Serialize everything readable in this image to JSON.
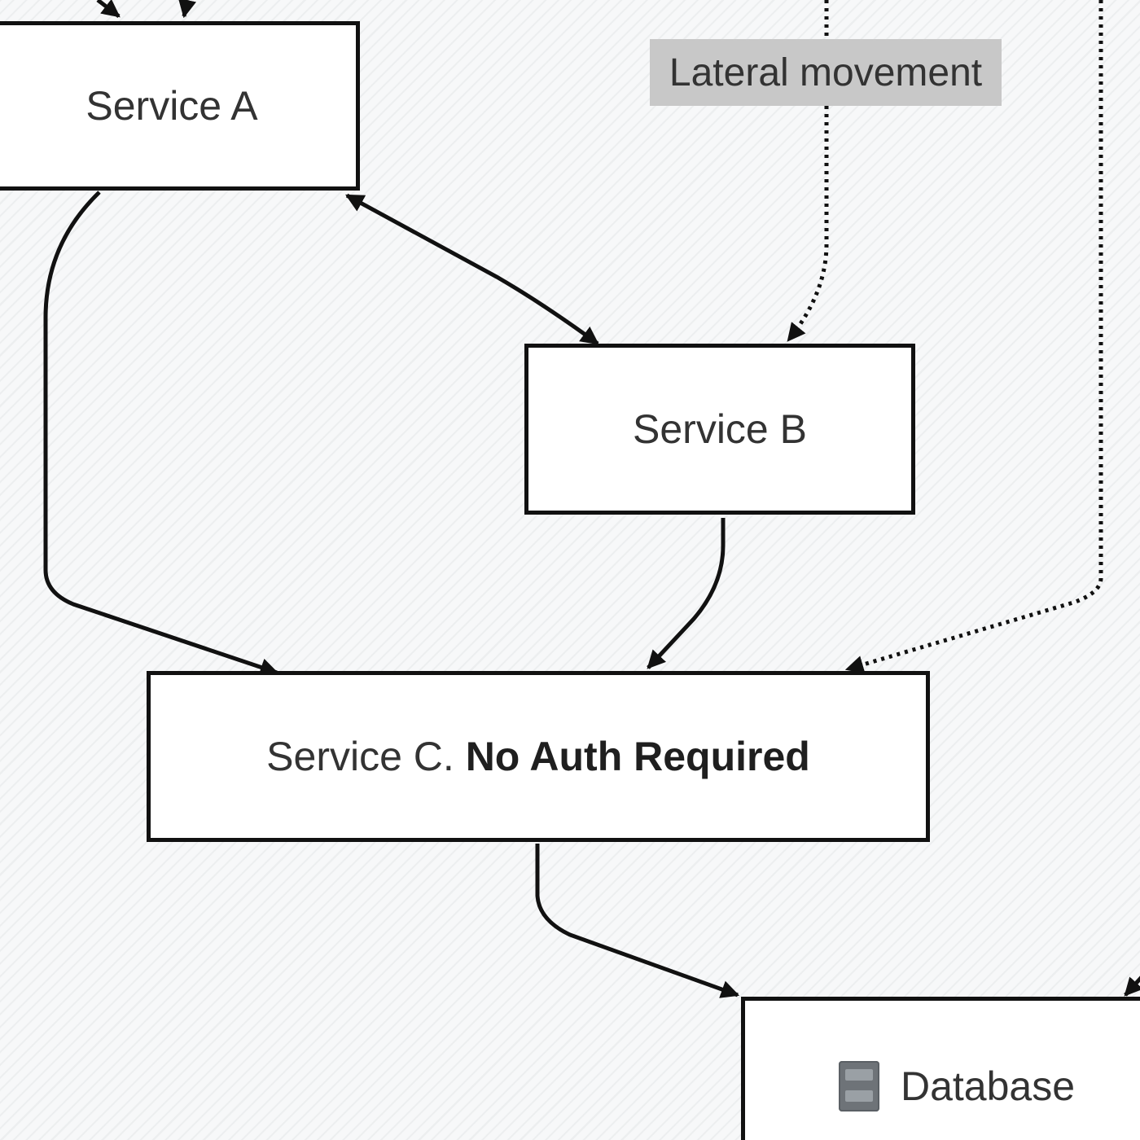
{
  "diagram": {
    "nodes": {
      "service_a": {
        "label": "Service A"
      },
      "service_b": {
        "label": "Service B"
      },
      "service_c": {
        "label": "Service C.",
        "bold_label": "No Auth Required"
      },
      "database": {
        "label": "Database",
        "icon": "database-icon"
      }
    },
    "edge_labels": {
      "lateral": "Lateral movement"
    },
    "edges": [
      {
        "from": "service_a",
        "to": "service_b",
        "style": "solid",
        "bidirectional": true
      },
      {
        "from": "service_a",
        "to": "service_c",
        "style": "solid"
      },
      {
        "from": "service_b",
        "to": "service_c",
        "style": "solid"
      },
      {
        "from": "external",
        "to": "service_b",
        "style": "dotted",
        "label_ref": "lateral"
      },
      {
        "from": "external",
        "to": "service_c",
        "style": "dotted"
      },
      {
        "from": "service_c",
        "to": "database",
        "style": "solid"
      },
      {
        "from": "external",
        "to": "database",
        "style": "solid"
      },
      {
        "from": "external",
        "to": "service_a",
        "style": "solid"
      }
    ],
    "colors": {
      "stroke": "#111111",
      "node_fill": "#ffffff",
      "label_background": "#c8c8c8",
      "text": "#333333"
    }
  }
}
